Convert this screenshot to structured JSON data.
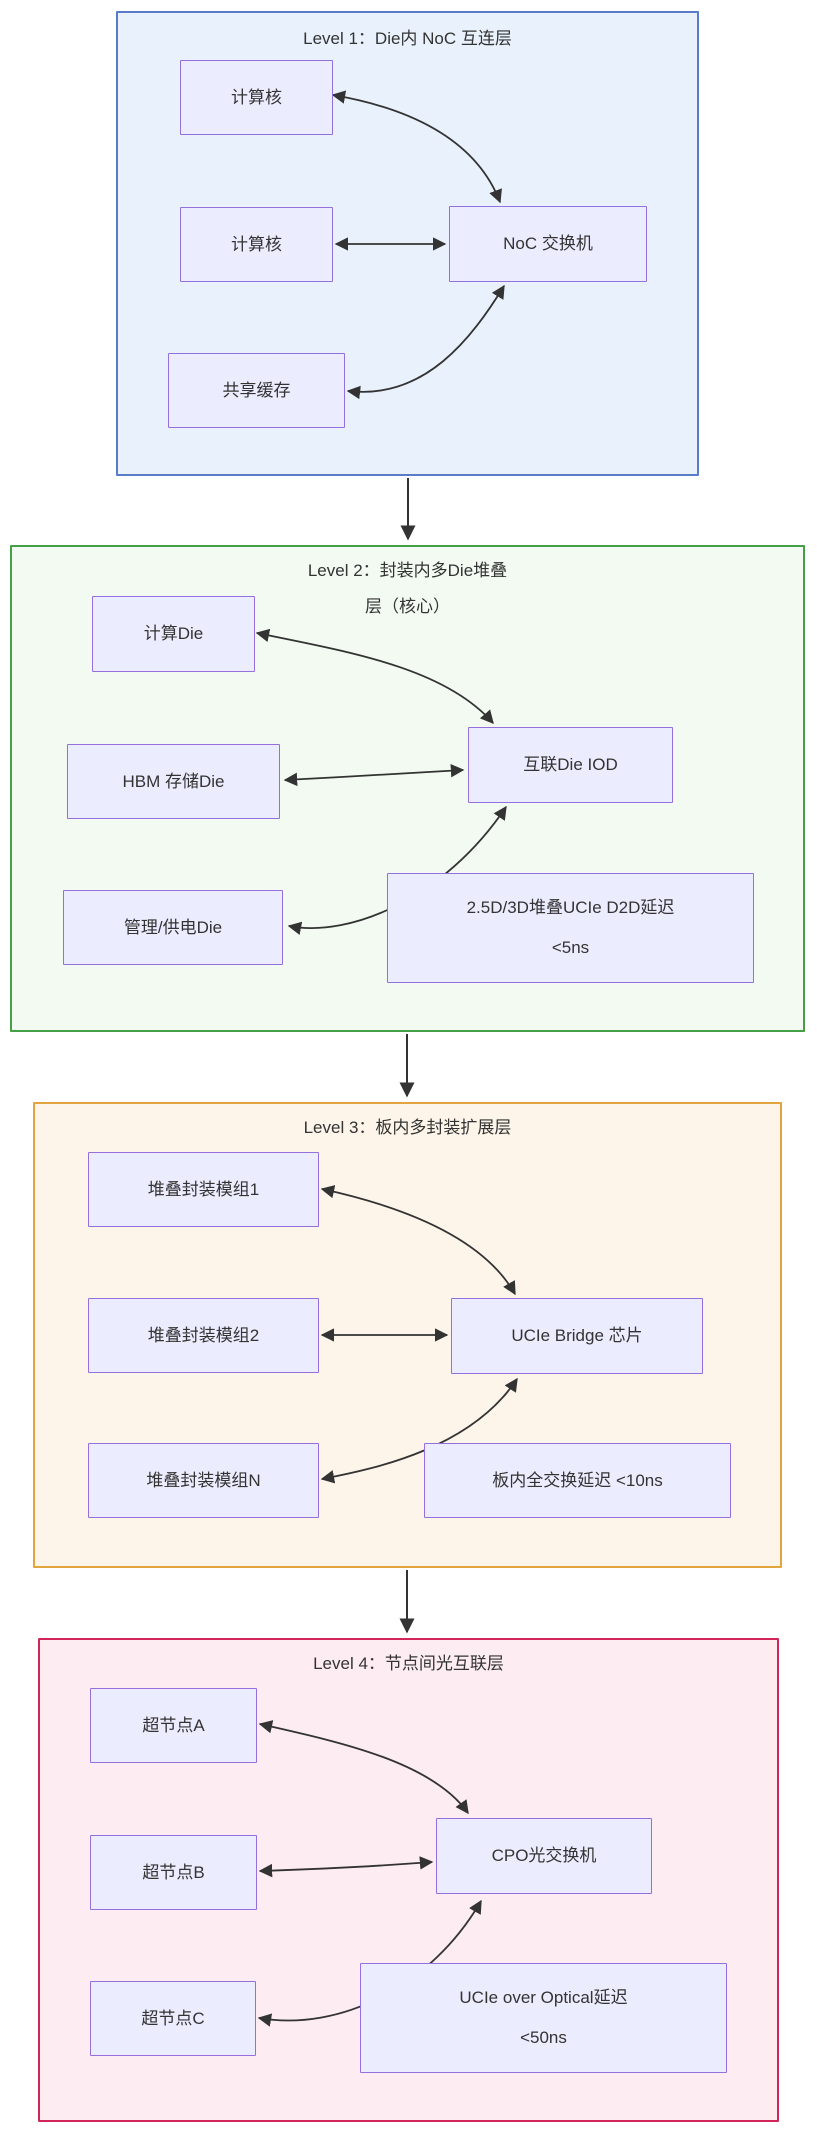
{
  "colors": {
    "node_fill": "#ececff",
    "node_border": "#9370db",
    "edge_stroke": "#333333",
    "level1_border": "#5a7bc9",
    "level1_fill": "#e9f2fc",
    "level2_border": "#43a047",
    "level2_fill": "#f2faf2",
    "level3_border": "#e2a43c",
    "level3_fill": "#fdf5ea",
    "level4_border": "#d2265b",
    "level4_fill": "#fdecf2"
  },
  "clusters": [
    {
      "title": "Level 1：Die内 NoC 互连层",
      "nodes": [
        {
          "label": "计算核"
        },
        {
          "label": "计算核"
        },
        {
          "label": "共享缓存"
        },
        {
          "label": "NoC 交换机"
        }
      ]
    },
    {
      "title": "Level 2：封装内多Die堆叠",
      "title2": "层（核心）",
      "nodes": [
        {
          "label": "计算Die"
        },
        {
          "label": "HBM 存储Die"
        },
        {
          "label": "管理/供电Die"
        },
        {
          "label": "互联Die IOD"
        },
        {
          "label": "2.5D/3D堆叠UCIe D2D延迟",
          "label2": "<5ns"
        }
      ]
    },
    {
      "title": "Level 3：板内多封装扩展层",
      "nodes": [
        {
          "label": "堆叠封装模组1"
        },
        {
          "label": "堆叠封装模组2"
        },
        {
          "label": "堆叠封装模组N"
        },
        {
          "label": "UCIe Bridge 芯片"
        },
        {
          "label": "板内全交换延迟 <10ns"
        }
      ]
    },
    {
      "title": "Level 4：节点间光互联层",
      "nodes": [
        {
          "label": "超节点A"
        },
        {
          "label": "超节点B"
        },
        {
          "label": "超节点C"
        },
        {
          "label": "CPO光交换机"
        },
        {
          "label": "UCIe over Optical延迟",
          "label2": "<50ns"
        }
      ]
    }
  ],
  "edges": [
    {
      "from": "计算核 (上)",
      "to": "NoC 交换机",
      "type": "bidirectional"
    },
    {
      "from": "计算核 (中)",
      "to": "NoC 交换机",
      "type": "bidirectional"
    },
    {
      "from": "共享缓存",
      "to": "NoC 交换机",
      "type": "bidirectional"
    },
    {
      "from": "Level 1",
      "to": "Level 2",
      "type": "directed"
    },
    {
      "from": "计算Die",
      "to": "互联Die IOD",
      "type": "bidirectional"
    },
    {
      "from": "HBM 存储Die",
      "to": "互联Die IOD",
      "type": "bidirectional"
    },
    {
      "from": "管理/供电Die",
      "to": "互联Die IOD",
      "type": "bidirectional"
    },
    {
      "from": "Level 2",
      "to": "Level 3",
      "type": "directed"
    },
    {
      "from": "堆叠封装模组1",
      "to": "UCIe Bridge 芯片",
      "type": "bidirectional"
    },
    {
      "from": "堆叠封装模组2",
      "to": "UCIe Bridge 芯片",
      "type": "bidirectional"
    },
    {
      "from": "堆叠封装模组N",
      "to": "UCIe Bridge 芯片",
      "type": "bidirectional"
    },
    {
      "from": "Level 3",
      "to": "Level 4",
      "type": "directed"
    },
    {
      "from": "超节点A",
      "to": "CPO光交换机",
      "type": "bidirectional"
    },
    {
      "from": "超节点B",
      "to": "CPO光交换机",
      "type": "bidirectional"
    },
    {
      "from": "超节点C",
      "to": "CPO光交换机",
      "type": "bidirectional"
    }
  ]
}
